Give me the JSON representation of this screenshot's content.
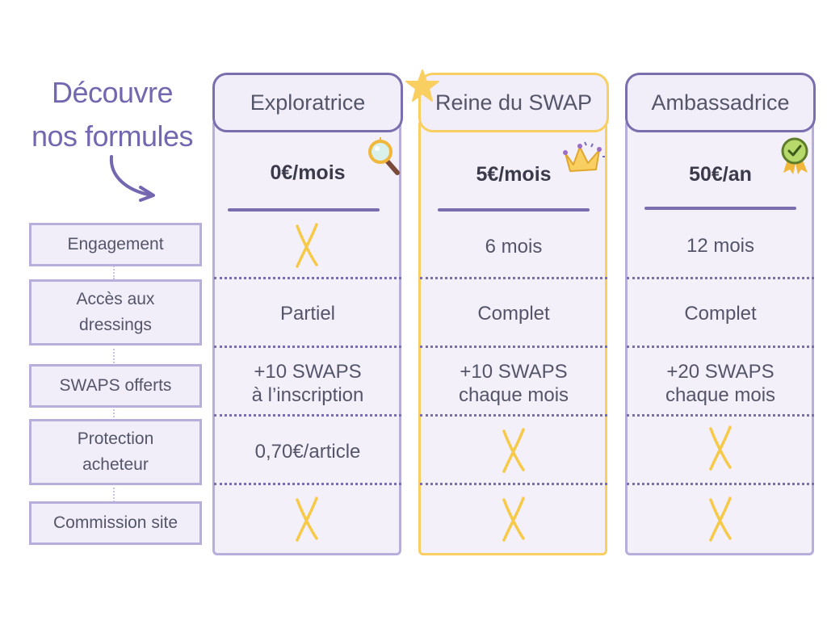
{
  "headline": {
    "line1": "Découvre",
    "line2": "nos formules"
  },
  "rows": [
    {
      "label": "Engagement"
    },
    {
      "label": "Accès aux dressings"
    },
    {
      "label": "SWAPS offerts"
    },
    {
      "label": "Protection acheteur"
    },
    {
      "label": "Commission site"
    }
  ],
  "plans": [
    {
      "name": "Exploratrice",
      "price": "0€/mois",
      "badge_icon": "magnifier-icon",
      "engagement": "cross",
      "access": "Partiel",
      "swaps_line1": "+10 SWAPS",
      "swaps_line2": "à l’inscription",
      "protection": "0,70€/article",
      "commission": "cross"
    },
    {
      "name": "Reine du SWAP",
      "price": "5€/mois",
      "badge_icon": "crown-icon",
      "featured": true,
      "engagement": "6 mois",
      "access": "Complet",
      "swaps_line1": "+10 SWAPS",
      "swaps_line2": "chaque mois",
      "protection": "cross",
      "commission": "cross"
    },
    {
      "name": "Ambassadrice",
      "price": "50€/an",
      "badge_icon": "award-ribbon-icon",
      "engagement": "12 mois",
      "access": "Complet",
      "swaps_line1": "+20 SWAPS",
      "swaps_line2": "chaque mois",
      "protection": "cross",
      "commission": "cross"
    }
  ],
  "colors": {
    "accent_purple": "#7467b0",
    "border_lavender": "#b8aedb",
    "highlight_yellow": "#f9cf62",
    "cross_yellow": "#f7c948"
  }
}
